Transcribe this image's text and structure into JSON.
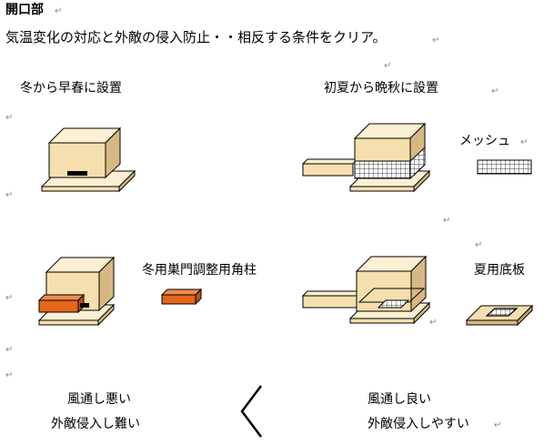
{
  "heading": "開口部",
  "intro": "気温変化の対応と外敵の侵入防止・・相反する条件をクリア。",
  "left_top_caption": "冬から早春に設置",
  "right_top_caption": "初夏から晩秋に設置",
  "mesh_label": "メッシュ",
  "block_label": "冬用巣門調整用角柱",
  "plate_label": "夏用底板",
  "left_result": [
    "風通し悪い",
    "外敵侵入し難い"
  ],
  "right_result": [
    "風通し良い",
    "外敵侵入しやすい"
  ],
  "comparison_symbol": "＜",
  "paragraph_mark": "↵",
  "colors": {
    "wood_front": "#f5dfae",
    "wood_side": "#d8b882",
    "wood_top": "#fbefd4",
    "orange": "#e4661a",
    "outline": "#000000"
  }
}
